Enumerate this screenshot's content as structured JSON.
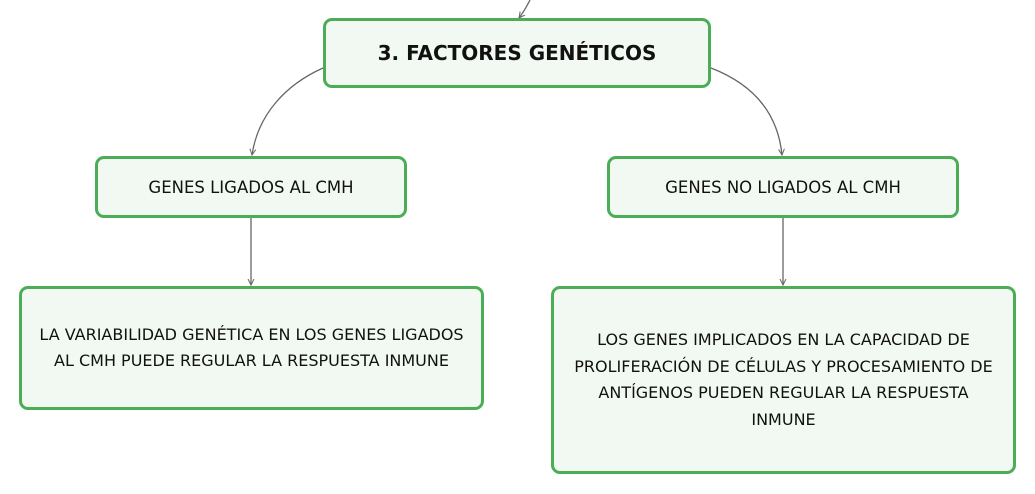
{
  "diagram": {
    "root": {
      "label": "3. FACTORES GENÉTICOS"
    },
    "branches": [
      {
        "label": "GENES LIGADOS AL CMH",
        "detail": "LA VARIABILIDAD GENÉTICA EN LOS GENES LIGADOS AL CMH PUEDE REGULAR LA RESPUESTA INMUNE"
      },
      {
        "label": "GENES NO LIGADOS AL CMH",
        "detail": "LOS GENES IMPLICADOS EN LA CAPACIDAD DE PROLIFERACIÓN DE CÉLULAS Y PROCESAMIENTO DE ANTÍGENOS PUEDEN REGULAR LA RESPUESTA INMUNE"
      }
    ],
    "colors": {
      "node_border": "#4cad57",
      "node_fill": "#f2f9f2",
      "connector": "#666666",
      "text": "#111111"
    }
  }
}
